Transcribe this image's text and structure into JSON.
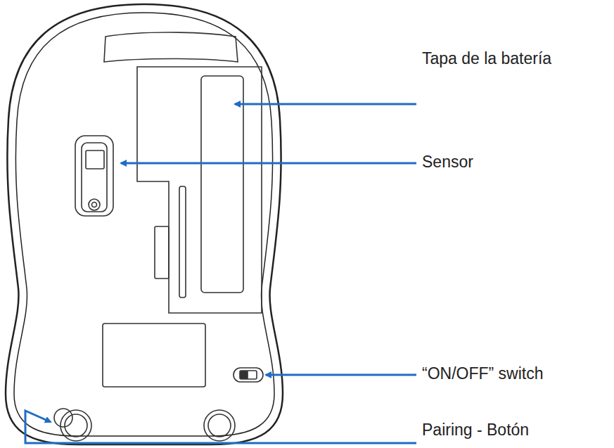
{
  "diagram": {
    "labels": [
      "Tapa de la batería",
      "Sensor",
      "“ON/OFF” switch",
      "Pairing - Botón"
    ]
  }
}
